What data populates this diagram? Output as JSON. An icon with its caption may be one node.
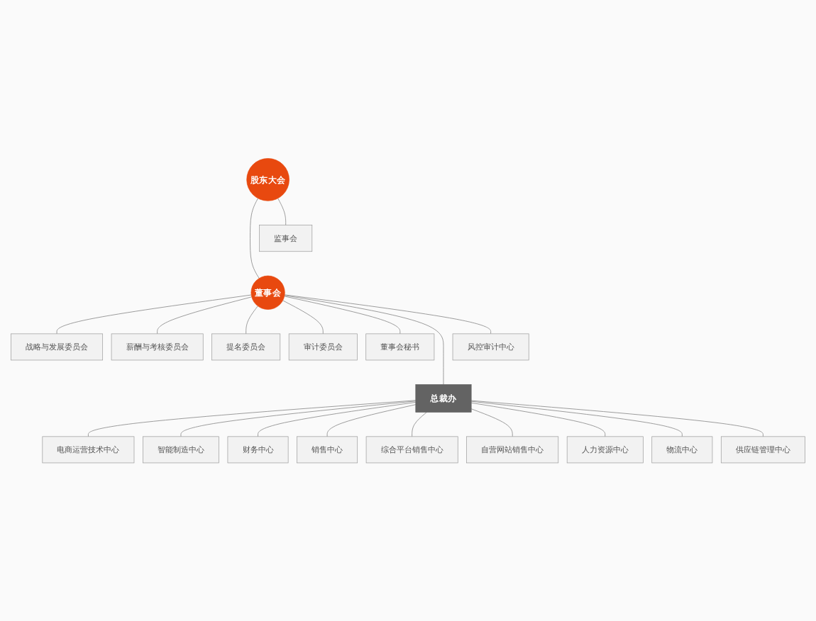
{
  "diagram": {
    "nodes": [
      {
        "text": [
          "股东大会"
        ]
      },
      {
        "text": [
          "监事会"
        ]
      },
      {
        "text": [
          "董事会"
        ]
      },
      {
        "text": [
          "战略与发展委员会"
        ]
      },
      {
        "text": [
          "薪酬与考核委员会"
        ]
      },
      {
        "text": [
          "提名委员会"
        ]
      },
      {
        "text": [
          "审计委员会"
        ]
      },
      {
        "text": [
          "董事会秘书"
        ]
      },
      {
        "text": [
          "风控审计中心"
        ]
      },
      {
        "text": [
          "总裁办"
        ]
      },
      {
        "text": [
          "电商运营技术中心"
        ]
      },
      {
        "text": [
          "智能制造中心"
        ]
      },
      {
        "text": [
          "财务中心"
        ]
      },
      {
        "text": [
          "销售中心"
        ]
      },
      {
        "text": [
          "综合平台销售中心"
        ]
      },
      {
        "text": [
          "自营网站销售中心"
        ]
      },
      {
        "text": [
          "人力资源中心"
        ]
      },
      {
        "text": [
          "物流中心"
        ]
      },
      {
        "text": [
          "供应链管理中心"
        ]
      }
    ],
    "edges": [
      {
        "from": 0,
        "to": 2,
        "arrow": "none"
      },
      {
        "from": 0,
        "to": 1,
        "arrow": "none"
      },
      {
        "from": 2,
        "to": 3,
        "arrow": "none"
      },
      {
        "from": 2,
        "to": 4,
        "arrow": "none"
      },
      {
        "from": 2,
        "to": 5,
        "arrow": "none"
      },
      {
        "from": 2,
        "to": 6,
        "arrow": "none"
      },
      {
        "from": 2,
        "to": 7,
        "arrow": "none"
      },
      {
        "from": 2,
        "to": 8,
        "arrow": "none"
      },
      {
        "from": 2,
        "to": 9,
        "arrow": "none"
      },
      {
        "from": 9,
        "to": 10,
        "arrow": "none"
      },
      {
        "from": 9,
        "to": 11,
        "arrow": "none"
      },
      {
        "from": 9,
        "to": 12,
        "arrow": "none"
      },
      {
        "from": 9,
        "to": 13,
        "arrow": "none"
      },
      {
        "from": 9,
        "to": 14,
        "arrow": "none"
      },
      {
        "from": 9,
        "to": 15,
        "arrow": "none"
      },
      {
        "from": 9,
        "to": 16,
        "arrow": "none"
      },
      {
        "from": 9,
        "to": 17,
        "arrow": "none"
      },
      {
        "from": 9,
        "to": 18,
        "arrow": "none"
      }
    ]
  }
}
